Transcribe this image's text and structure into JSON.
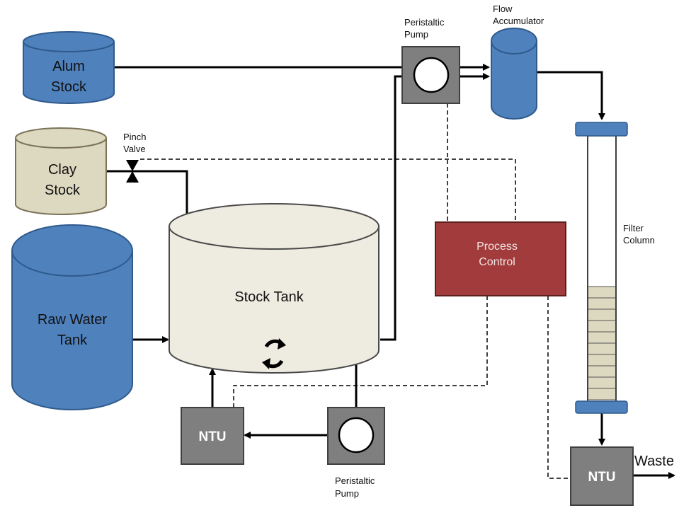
{
  "components": {
    "alum_stock": {
      "line1": "Alum",
      "line2": "Stock",
      "color": "#4f81bd"
    },
    "clay_stock": {
      "line1": "Clay",
      "line2": "Stock",
      "color": "#ddd8c0"
    },
    "raw_water_tank": {
      "line1": "Raw Water",
      "line2": "Tank",
      "color": "#4f81bd"
    },
    "stock_tank": {
      "label": "Stock Tank",
      "color": "#eeece1"
    },
    "pinch_valve": {
      "line1": "Pinch",
      "line2": "Valve"
    },
    "peristaltic_pump_top": {
      "line1": "Peristaltic",
      "line2": "Pump"
    },
    "peristaltic_pump_bottom": {
      "line1": "Peristaltic",
      "line2": "Pump"
    },
    "flow_accumulator": {
      "line1": "Flow",
      "line2": "Accumulator",
      "color": "#4f81bd"
    },
    "process_control": {
      "line1": "Process",
      "line2": "Control",
      "color": "#a23b3b"
    },
    "filter_column": {
      "line1": "Filter",
      "line2": "Column"
    },
    "ntu_left": {
      "label": "NTU",
      "color": "#7f7f7f"
    },
    "ntu_right": {
      "label": "NTU",
      "color": "#7f7f7f"
    },
    "waste": {
      "label": "Waste"
    }
  },
  "icons": {
    "mixer": "circular-arrows-icon"
  }
}
